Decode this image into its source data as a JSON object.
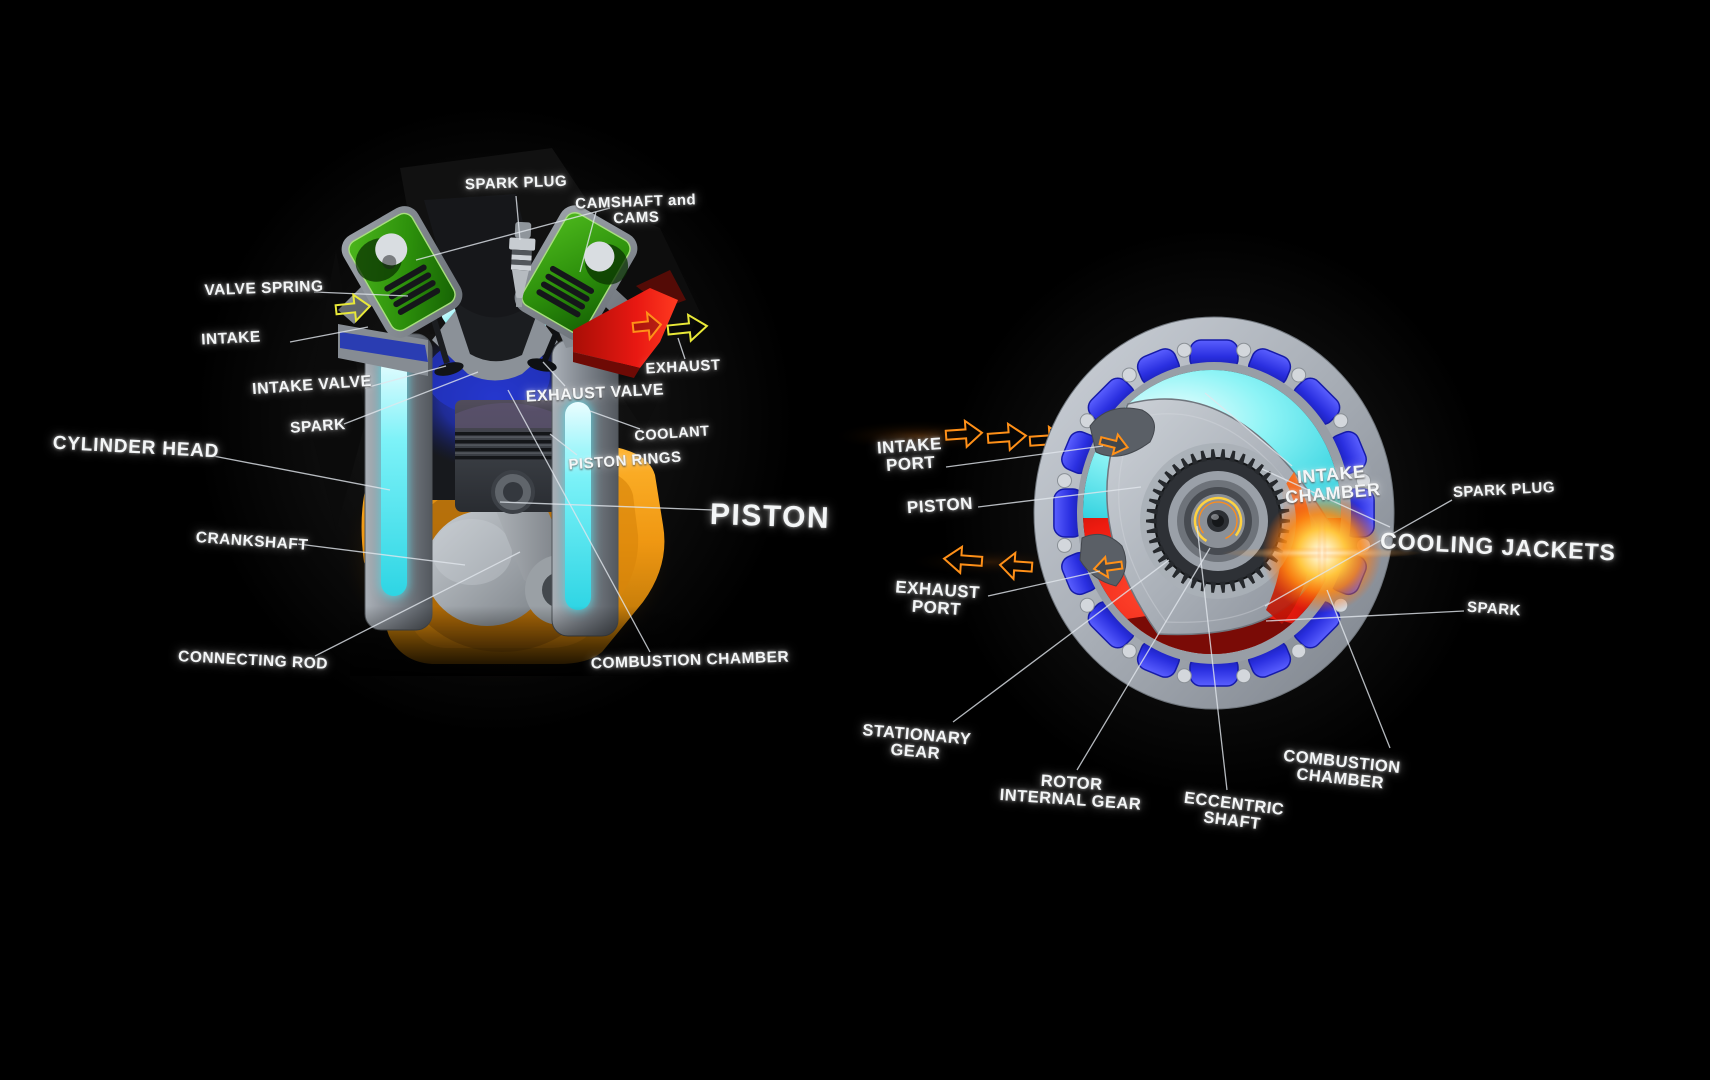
{
  "left_engine": {
    "name": "four stroke piston engine cutaway",
    "labels": {
      "spark_plug": "SPARK PLUG",
      "camshaft_l1": "CAMSHAFT and",
      "camshaft_l2": "CAMS",
      "valve_spring": "VALVE SPRING",
      "intake": "INTAKE",
      "intake_valve": "INTAKE VALVE",
      "spark": "SPARK",
      "cylinder_head": "CYLINDER HEAD",
      "crankshaft": "CRANKSHAFT",
      "connecting_rod": "CONNECTING ROD",
      "exhaust": "EXHAUST",
      "exhaust_valve": "EXHAUST VALVE",
      "coolant": "COOLANT",
      "piston_rings": "PISTON RINGS",
      "piston": "PISTON",
      "combustion_chamber": "COMBUSTION CHAMBER"
    }
  },
  "right_engine": {
    "name": "wankel rotary engine cutaway",
    "labels": {
      "intake_port_l1": "INTAKE",
      "intake_port_l2": "PORT",
      "piston": "PISTON",
      "exhaust_port_l1": "EXHAUST",
      "exhaust_port_l2": "PORT",
      "stationary_gear_l1": "STATIONARY",
      "stationary_gear_l2": "GEAR",
      "rotor_internal_gear_l1": "ROTOR",
      "rotor_internal_gear_l2": "INTERNAL GEAR",
      "eccentric_shaft_l1": "ECCENTRIC",
      "eccentric_shaft_l2": "SHAFT",
      "combustion_chamber_l1": "COMBUSTION",
      "combustion_chamber_l2": "CHAMBER",
      "intake_chamber_l1": "INTAKE",
      "intake_chamber_l2": "CHAMBER",
      "spark_plug": "SPARK PLUG",
      "cooling_jackets": "COOLING JACKETS",
      "spark": "SPARK"
    }
  },
  "icons": {
    "intake_flow_arrow": "hollow-right-arrow",
    "exhaust_flow_arrow": "hollow-left-arrow",
    "rotation_arrow": "curved-clockwise-arc"
  },
  "colors": {
    "background": "#000000",
    "label_text": "#f4f6f7",
    "leader_line": "#dfe5ea",
    "yellow_arrow": "#e8e838",
    "orange_arrow": "#ff9018",
    "coolant_cyan": "#53e6f0",
    "intake_blue": "#2438b8",
    "exhaust_red": "#e81812",
    "cam_cover_green": "#2f9e0e",
    "crankcase_orange": "#f09a16",
    "cooling_jacket_blue": "#2a2fe0",
    "metal_gray": "#9aa1a8",
    "spark_glow": "#ff8a12"
  }
}
